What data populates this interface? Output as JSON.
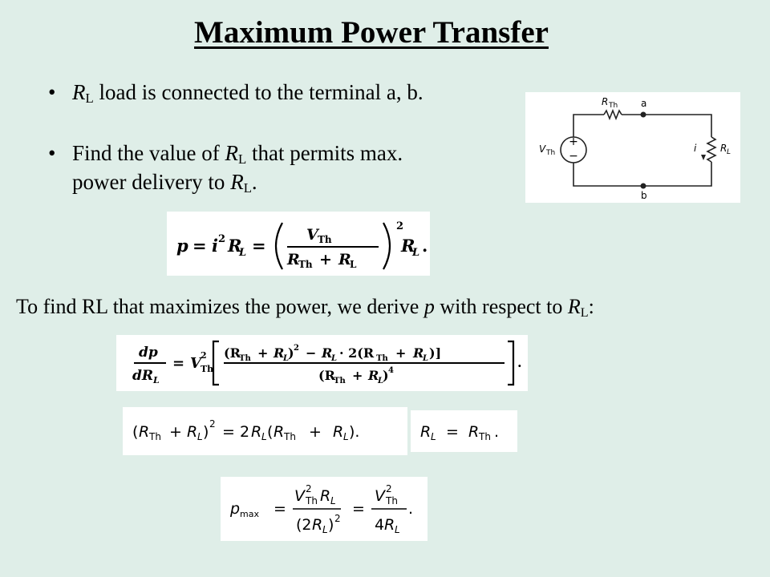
{
  "title": "Maximum Power Transfer",
  "bullets": [
    {
      "var": "R",
      "sub": "L",
      "text": " load is connected to the terminal a, b."
    },
    {
      "line1_pre": "Find the value of ",
      "var": "R",
      "sub": "L",
      "line1_post": " that permits max.",
      "line2_pre": "power delivery to ",
      "line2_post": "."
    }
  ],
  "bullet_symbol": "•",
  "sentence": {
    "pre": "To find RL that maximizes  the power, we derive ",
    "p": "p",
    "mid": " with respect to ",
    "var": "R",
    "sub": "L",
    "post": ":"
  },
  "circuit": {
    "rth_label": "R",
    "rth_sub": "Th",
    "vth_label": "V",
    "vth_sub": "Th",
    "plus": "+",
    "minus": "−",
    "node_a": "a",
    "node_b": "b",
    "current": "i",
    "rl_label": "R",
    "rl_sub": "L"
  },
  "equations": {
    "power": "p = i² R_L = (V_Th / (R_Th + R_L))² R_L.",
    "derivative": "dp/dR_L = V_Th² [((R_Th + R_L)² − R_L·2(R_Th + R_L)) / (R_Th + R_L)⁴].",
    "condition": "(R_Th + R_L)² = 2R_L(R_Th + R_L).",
    "result": "R_L = R_Th.",
    "pmax": "p_max = V_Th² R_L / (2R_L)² = V_Th² / 4R_L."
  }
}
